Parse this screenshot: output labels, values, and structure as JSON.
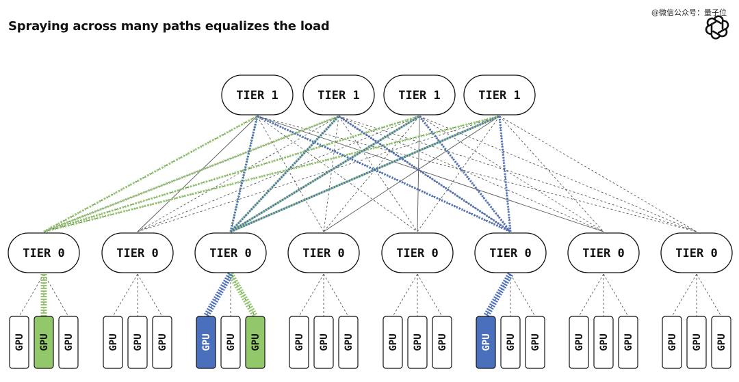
{
  "title": "Spraying across many paths equalizes the load",
  "watermark": "@微信公众号：量子位",
  "logo_icon": "openai-logo-icon",
  "colors": {
    "green": "#92c86a",
    "blue": "#4a6fbd",
    "gray": "#555555",
    "node_stroke": "#111111"
  },
  "tier1_nodes": [
    {
      "label": "TIER 1"
    },
    {
      "label": "TIER 1"
    },
    {
      "label": "TIER 1"
    },
    {
      "label": "TIER 1"
    }
  ],
  "tier0_nodes": [
    {
      "label": "TIER 0",
      "gpus": [
        {
          "label": "GPU",
          "state": "none"
        },
        {
          "label": "GPU",
          "state": "green"
        },
        {
          "label": "GPU",
          "state": "none"
        }
      ]
    },
    {
      "label": "TIER 0",
      "gpus": [
        {
          "label": "GPU",
          "state": "none"
        },
        {
          "label": "GPU",
          "state": "none"
        },
        {
          "label": "GPU",
          "state": "none"
        }
      ]
    },
    {
      "label": "TIER 0",
      "gpus": [
        {
          "label": "GPU",
          "state": "blue"
        },
        {
          "label": "GPU",
          "state": "none"
        },
        {
          "label": "GPU",
          "state": "green"
        }
      ]
    },
    {
      "label": "TIER 0",
      "gpus": [
        {
          "label": "GPU",
          "state": "none"
        },
        {
          "label": "GPU",
          "state": "none"
        },
        {
          "label": "GPU",
          "state": "none"
        }
      ]
    },
    {
      "label": "TIER 0",
      "gpus": [
        {
          "label": "GPU",
          "state": "none"
        },
        {
          "label": "GPU",
          "state": "none"
        },
        {
          "label": "GPU",
          "state": "none"
        }
      ]
    },
    {
      "label": "TIER 0",
      "gpus": [
        {
          "label": "GPU",
          "state": "blue"
        },
        {
          "label": "GPU",
          "state": "none"
        },
        {
          "label": "GPU",
          "state": "none"
        }
      ]
    },
    {
      "label": "TIER 0",
      "gpus": [
        {
          "label": "GPU",
          "state": "none"
        },
        {
          "label": "GPU",
          "state": "none"
        },
        {
          "label": "GPU",
          "state": "none"
        }
      ]
    },
    {
      "label": "TIER 0",
      "gpus": [
        {
          "label": "GPU",
          "state": "none"
        },
        {
          "label": "GPU",
          "state": "none"
        },
        {
          "label": "GPU",
          "state": "none"
        }
      ]
    }
  ],
  "flows": [
    {
      "color": "green",
      "src_tier0": 0,
      "dst_tier0": 2
    },
    {
      "color": "blue",
      "src_tier0": 2,
      "dst_tier0": 5
    }
  ]
}
